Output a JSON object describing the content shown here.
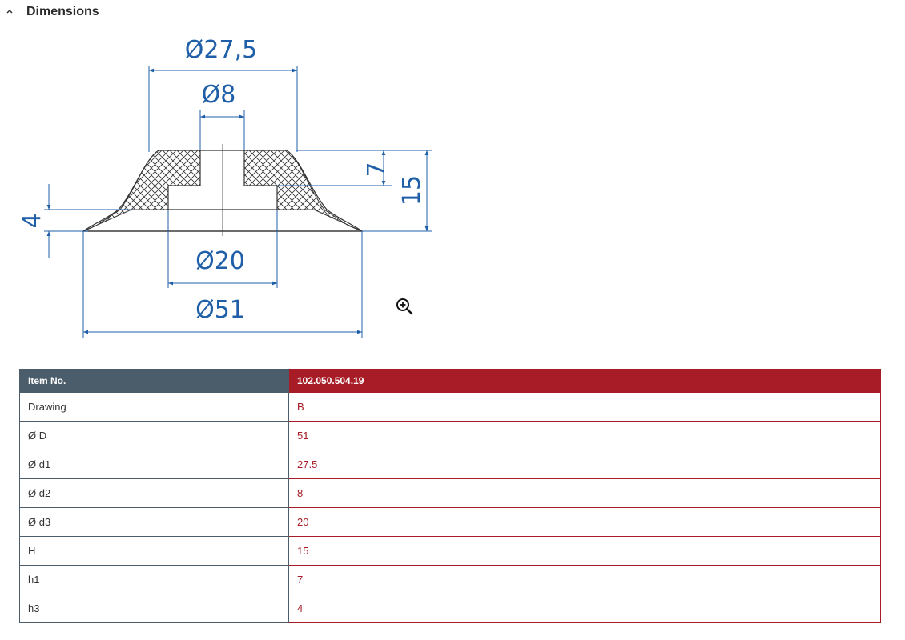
{
  "section": {
    "title": "Dimensions",
    "chevron_icon": "chevron-up-icon"
  },
  "drawing": {
    "labels": {
      "d1": "Ø27,5",
      "d2": "Ø8",
      "d3": "Ø20",
      "D": "Ø51",
      "h1": "7",
      "H": "15",
      "h3": "4"
    },
    "zoom_icon": "zoom-in-icon",
    "line_color": "#1f5fa8",
    "text_color": "#1f5fa8"
  },
  "table": {
    "header": {
      "key": "Item No.",
      "value": "102.050.504.19"
    },
    "rows": [
      {
        "key": "Drawing",
        "value": "B"
      },
      {
        "key": "Ø D",
        "value": "51"
      },
      {
        "key": "Ø d1",
        "value": "27.5"
      },
      {
        "key": "Ø d2",
        "value": "8"
      },
      {
        "key": "Ø d3",
        "value": "20"
      },
      {
        "key": "H",
        "value": "15"
      },
      {
        "key": "h1",
        "value": "7"
      },
      {
        "key": "h3",
        "value": "4"
      }
    ],
    "colors": {
      "key_header_bg": "#4b5d6b",
      "value_header_bg": "#a71c26",
      "value_text": "#a71c26"
    }
  }
}
